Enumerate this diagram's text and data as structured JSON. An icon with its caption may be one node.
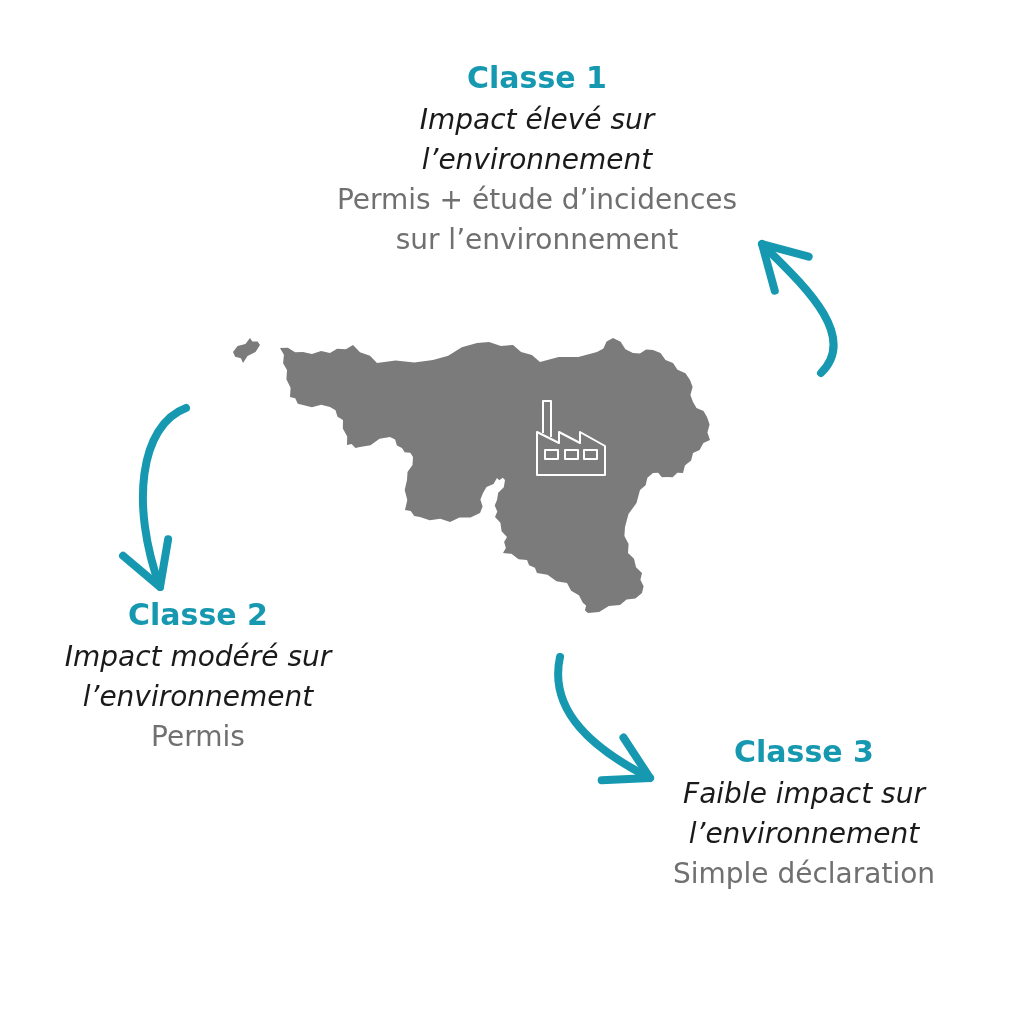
{
  "diagram": {
    "nodes": [
      {
        "text": [
          "Classe 1",
          "Impact élevé sur l’environnement",
          "Permis + étude d’incidences sur l’environnement"
        ]
      },
      {
        "text": [
          "Classe 2",
          "Impact modéré sur l’environnement",
          "Permis"
        ]
      },
      {
        "text": [
          "Classe 3",
          "Faible impact sur l’environnement",
          "Simple déclaration"
        ]
      }
    ],
    "edges": [
      {
        "from": null,
        "to": 0,
        "arrow": "to"
      },
      {
        "from": null,
        "to": 1,
        "arrow": "to"
      },
      {
        "from": null,
        "to": 2,
        "arrow": "to"
      }
    ]
  }
}
